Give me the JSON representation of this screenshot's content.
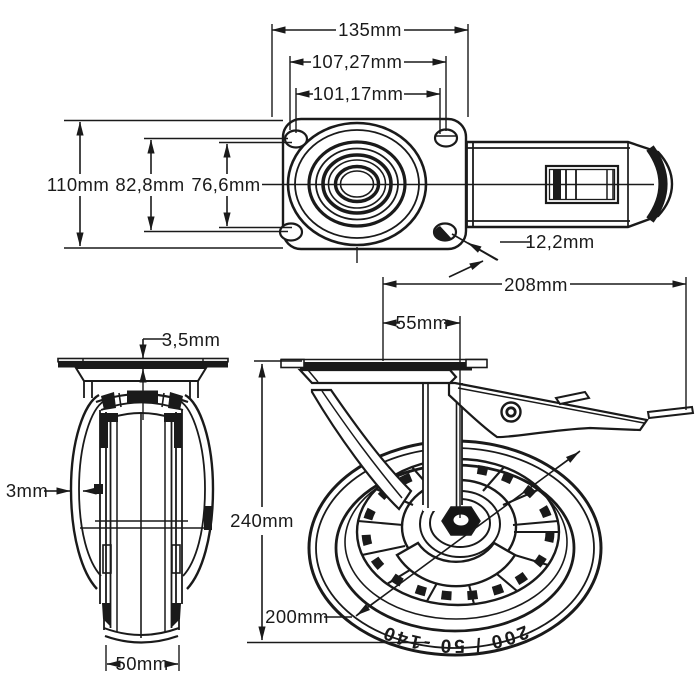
{
  "drawing": {
    "background": "#ffffff",
    "line_color": "#1a1a1a",
    "views": {
      "top": {
        "name": "top-view-mounting-plate"
      },
      "front": {
        "name": "front-view-wheel"
      },
      "side": {
        "name": "side-view-swivel-caster-with-brake"
      }
    },
    "dims": {
      "plate_length": {
        "label": "135mm"
      },
      "hole_spacing_outer": {
        "label": "107,27mm"
      },
      "hole_spacing_inner": {
        "label": "101,17mm"
      },
      "plate_width": {
        "label": "110mm"
      },
      "hole_pitch": {
        "label": "82,8mm"
      },
      "hole_pitch_inner": {
        "label": "76,6mm"
      },
      "hole_diameter": {
        "label": "12,2mm"
      },
      "total_length": {
        "label": "208mm"
      },
      "swivel_offset": {
        "label": "55mm"
      },
      "plate_thickness": {
        "label": "3,5mm"
      },
      "wall_thickness": {
        "label": "3mm"
      },
      "total_height": {
        "label": "240mm"
      },
      "wheel_diameter": {
        "label": "200mm"
      },
      "wheel_width": {
        "label": "50mm"
      }
    },
    "wheel": {
      "marking": "200 / 50 -140"
    }
  }
}
